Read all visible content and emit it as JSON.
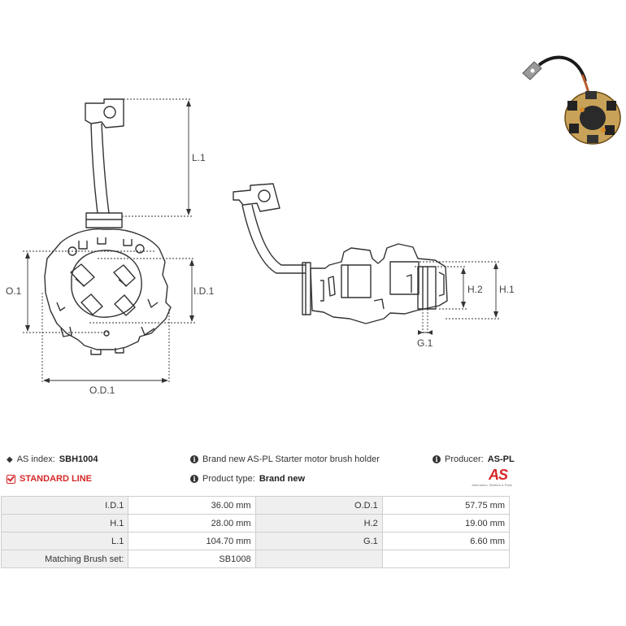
{
  "drawing": {
    "front_view_labels": {
      "l1": "L.1",
      "o1": "O.1",
      "id1": "I.D.1",
      "od1": "O.D.1"
    },
    "side_view_labels": {
      "h1": "H.1",
      "h2": "H.2",
      "g1": "G.1"
    }
  },
  "photo": {
    "icon": "product-photo"
  },
  "info": {
    "as_index_label": "AS index:",
    "as_index_value": "SBH1004",
    "standard_line": "STANDARD LINE",
    "description": "Brand new AS-PL Starter motor brush holder",
    "product_type_label": "Product type:",
    "product_type_value": "Brand new",
    "producer_label": "Producer:",
    "producer_value": "AS-PL",
    "logo_text": "AS",
    "logo_tagline": "Alternators, Starters & Parts"
  },
  "specs": {
    "rows": [
      {
        "k1": "I.D.1",
        "v1": "36.00 mm",
        "k2": "O.D.1",
        "v2": "57.75 mm"
      },
      {
        "k1": "H.1",
        "v1": "28.00 mm",
        "k2": "H.2",
        "v2": "19.00 mm"
      },
      {
        "k1": "L.1",
        "v1": "104.70 mm",
        "k2": "G.1",
        "v2": "6.60 mm"
      },
      {
        "k1": "Matching Brush set:",
        "v1": "SB1008",
        "k2": "",
        "v2": ""
      }
    ]
  },
  "colors": {
    "accent_red": "#d62828",
    "table_header_bg": "#efefef",
    "line": "#333333"
  }
}
